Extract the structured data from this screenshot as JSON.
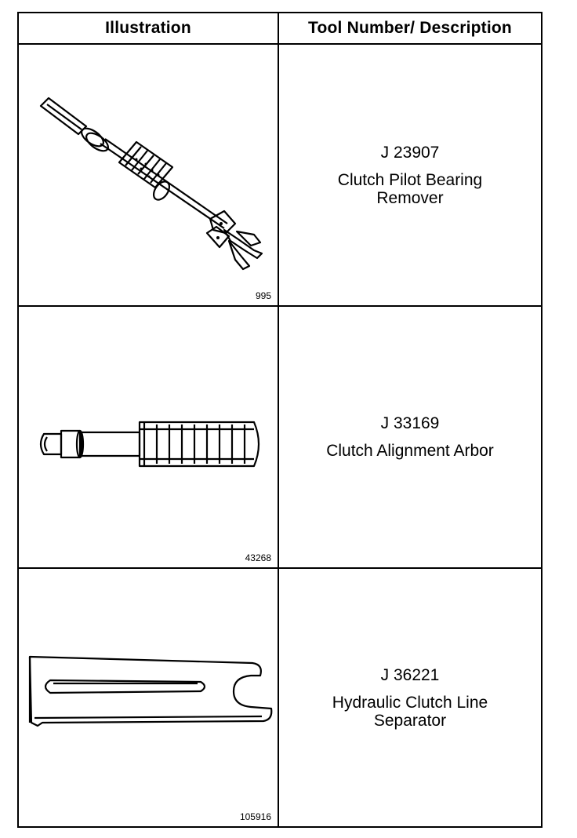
{
  "header": {
    "illustration": "Illustration",
    "description": "Tool Number/ Description"
  },
  "rows": [
    {
      "tool_number": "J 23907",
      "description": "Clutch Pilot Bearing\nRemover",
      "figure_number": "995",
      "icon": "slide-hammer-puller-illustration"
    },
    {
      "tool_number": "J 33169",
      "description": "Clutch Alignment Arbor",
      "figure_number": "43268",
      "icon": "alignment-arbor-illustration"
    },
    {
      "tool_number": "J 36221",
      "description": "Hydraulic Clutch Line\nSeparator",
      "figure_number": "105916",
      "icon": "line-separator-illustration"
    }
  ]
}
